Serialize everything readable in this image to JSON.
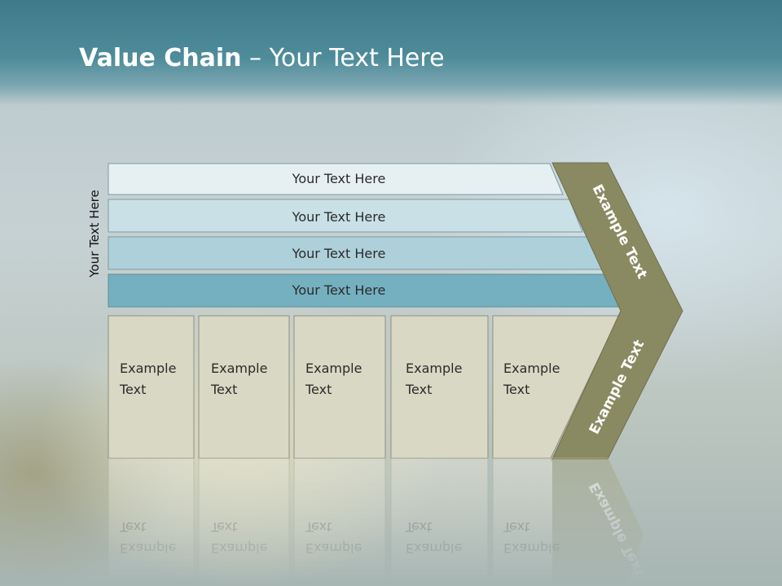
{
  "slide": {
    "title_bold": "Value Chain",
    "title_rest": " – Your Text Here"
  },
  "axis_label": "Your Text Here",
  "bars": [
    {
      "label": "Your Text Here",
      "fill": "#e6f0f3"
    },
    {
      "label": "Your Text Here",
      "fill": "#c9e0e6"
    },
    {
      "label": "Your Text Here",
      "fill": "#aed0da"
    },
    {
      "label": "Your Text Here",
      "fill": "#75b0c0"
    }
  ],
  "columns": [
    {
      "line1": "Example",
      "line2": "Text"
    },
    {
      "line1": "Example",
      "line2": "Text"
    },
    {
      "line1": "Example",
      "line2": "Text"
    },
    {
      "line1": "Example",
      "line2": "Text"
    },
    {
      "line1": "Example",
      "line2": "Text"
    }
  ],
  "arrow": {
    "upper_label": "Example Text",
    "lower_label": "Example Text",
    "fill": "#8a8a62"
  },
  "colors": {
    "header": "#3e7a89",
    "column_fill": "#d8d8c4",
    "column_stroke": "#8f8f80"
  }
}
